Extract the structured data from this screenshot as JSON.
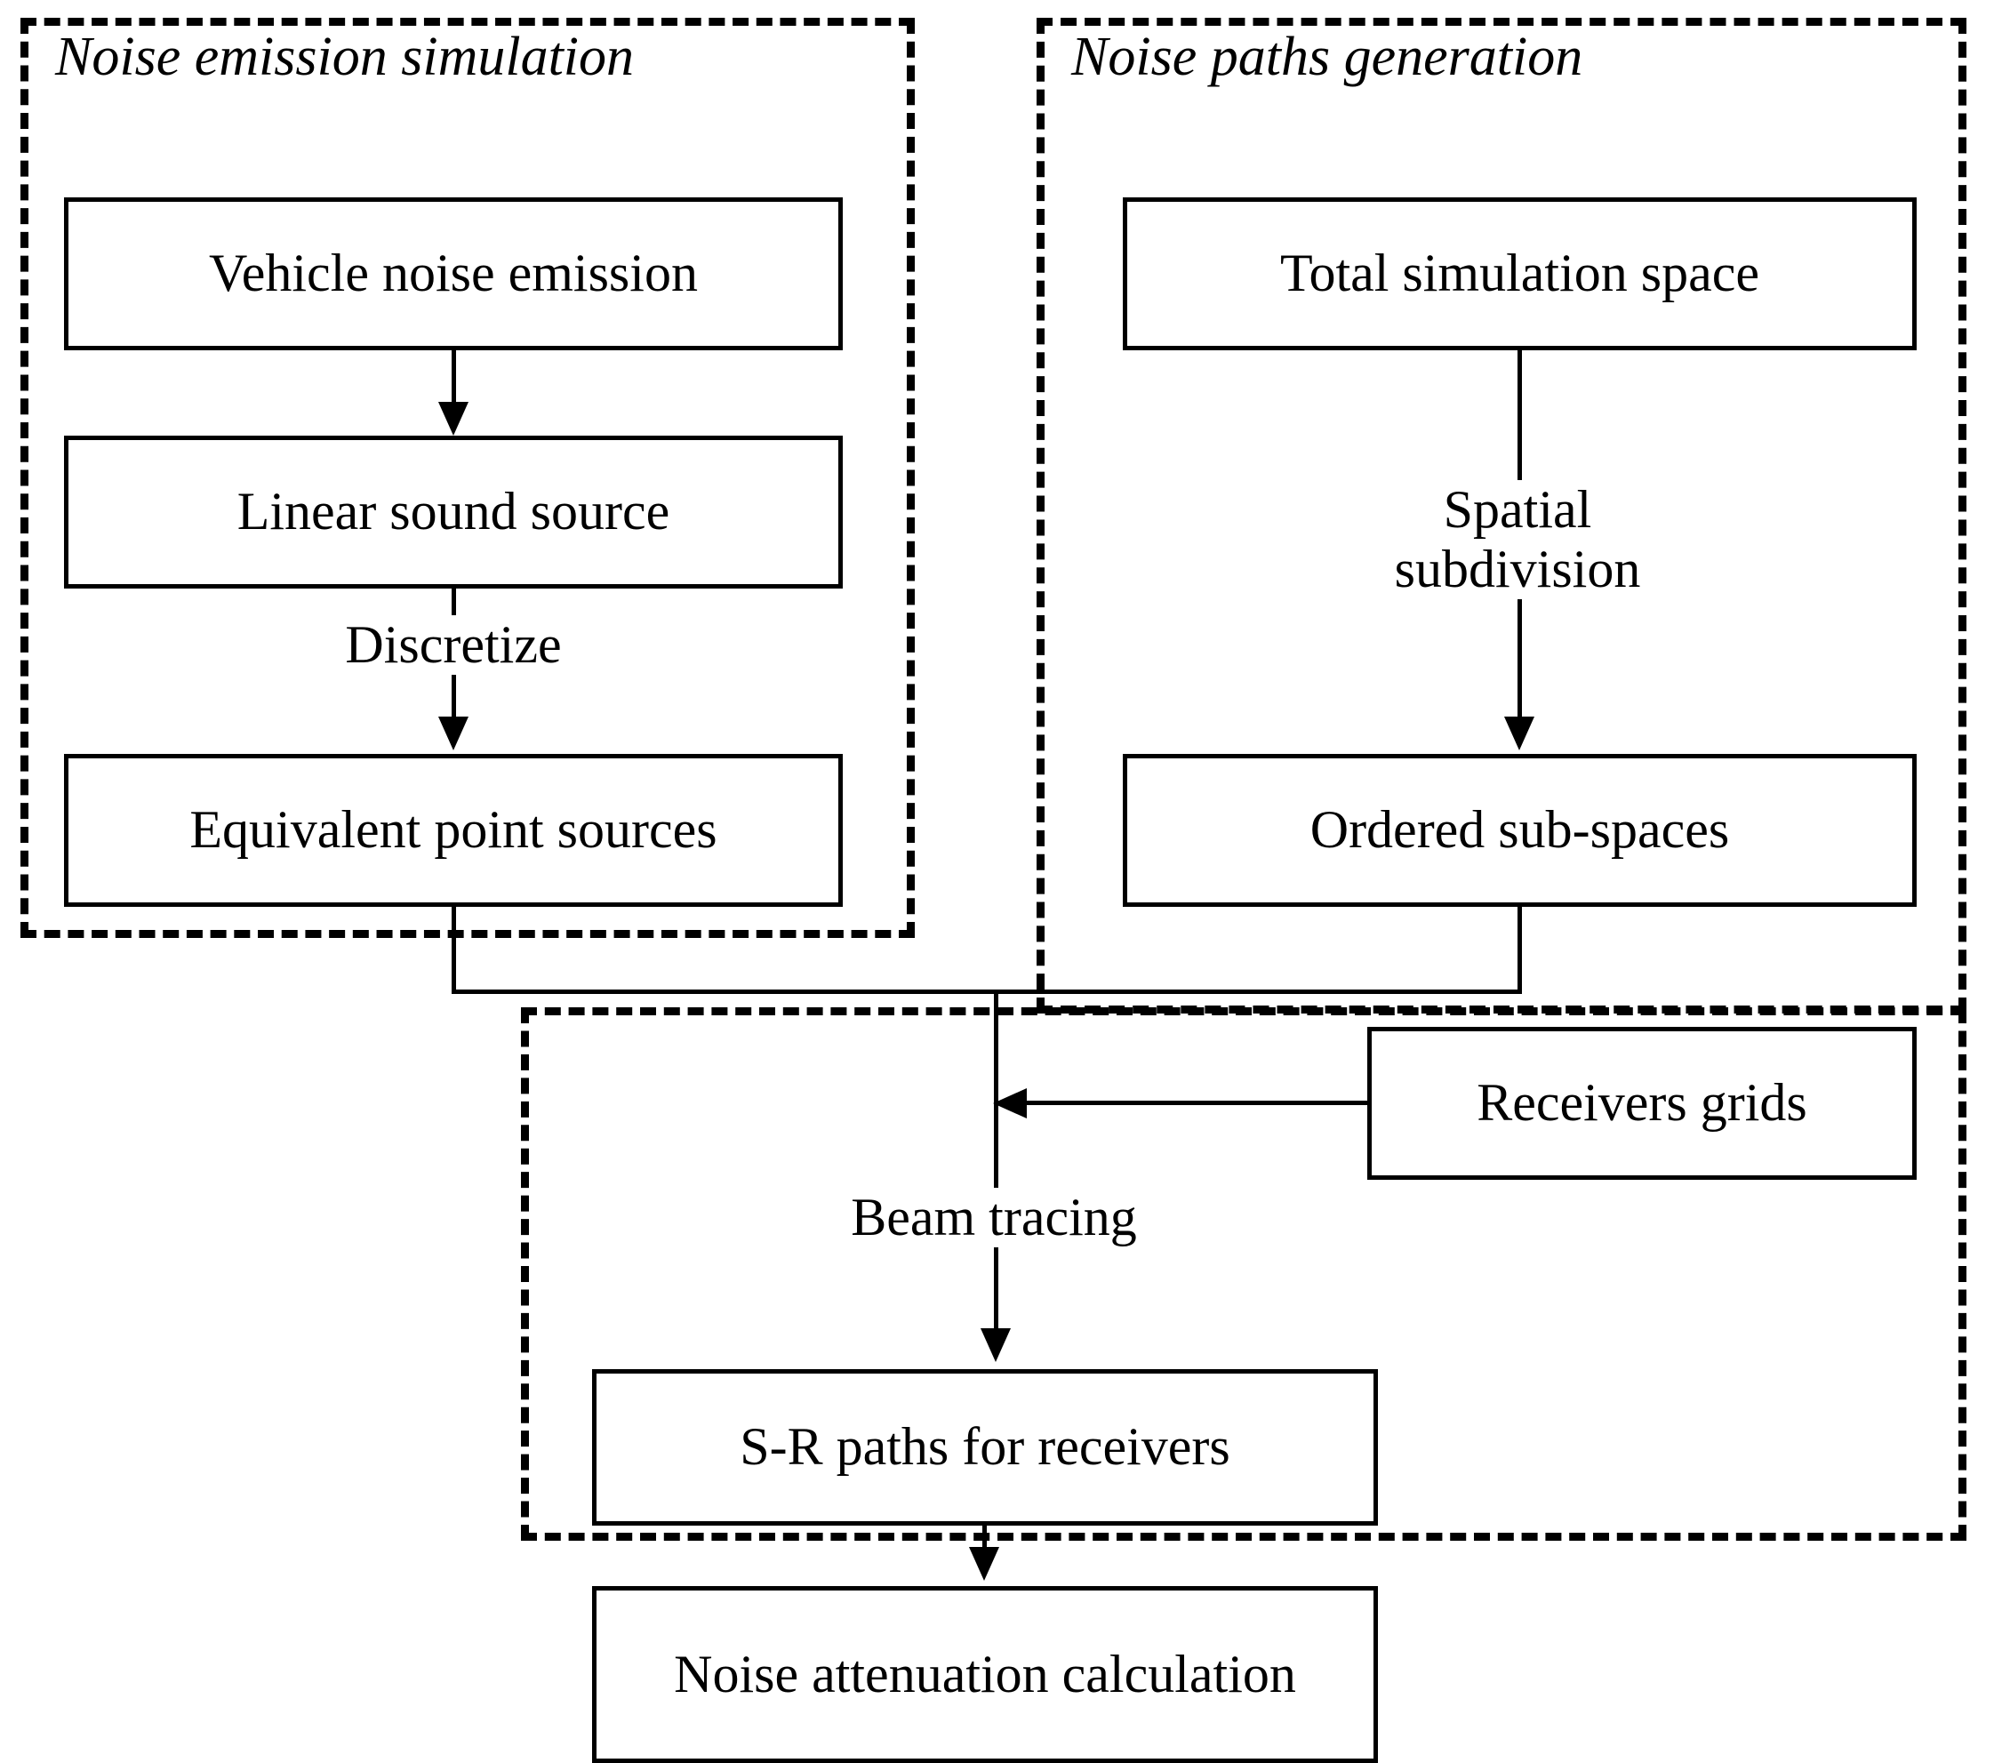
{
  "diagram": {
    "title": "Noise simulation workflow flowchart",
    "groups": [
      {
        "id": "emission",
        "label": "Noise emission simulation"
      },
      {
        "id": "paths",
        "label": "Noise paths generation"
      },
      {
        "id": "tracing",
        "label": ""
      }
    ],
    "nodes": [
      {
        "id": "vehicle-noise-emission",
        "label": "Vehicle noise emission"
      },
      {
        "id": "linear-sound-source",
        "label": "Linear sound source"
      },
      {
        "id": "equivalent-point-sources",
        "label": "Equivalent point sources"
      },
      {
        "id": "total-simulation-space",
        "label": "Total  simulation space"
      },
      {
        "id": "ordered-sub-spaces",
        "label": "Ordered sub-spaces"
      },
      {
        "id": "receivers-grids",
        "label": "Receivers grids"
      },
      {
        "id": "sr-paths-for-receivers",
        "label": "S-R paths for receivers"
      },
      {
        "id": "noise-attenuation-calculation",
        "label": "Noise attenuation calculation"
      }
    ],
    "edge_labels": [
      {
        "id": "discretize",
        "label": "Discretize"
      },
      {
        "id": "spatial-subdivision",
        "label": "Spatial\nsubdivision"
      },
      {
        "id": "beam-tracing",
        "label": "Beam tracing"
      }
    ],
    "colors": {
      "stroke": "#000000",
      "background": "#ffffff"
    }
  }
}
